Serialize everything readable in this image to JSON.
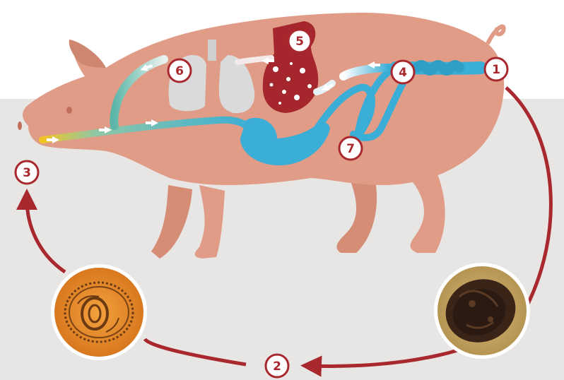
{
  "colors": {
    "background_top": "#ffffff",
    "background_ground": "#e7e6e4",
    "pig_body": "#e09c86",
    "pig_shadow": "#cf8670",
    "cycle_arrow": "#a8282e",
    "intestine": "#3aaed6",
    "liver": "#a5262c",
    "lungs": "#dadada",
    "badge_fill": "#ffffff",
    "badge_text": "#a8282e",
    "egg_orange": "#e58a2a",
    "egg_dark": "#3a2418",
    "egg_bg_tan": "#c9a866"
  },
  "steps": [
    {
      "id": "1",
      "label": "1"
    },
    {
      "id": "2",
      "label": "2"
    },
    {
      "id": "3",
      "label": "3"
    },
    {
      "id": "4",
      "label": "4"
    },
    {
      "id": "5",
      "label": "5"
    },
    {
      "id": "6",
      "label": "6"
    },
    {
      "id": "7",
      "label": "7"
    }
  ],
  "icons": {
    "larval_egg": "embryonated-egg-micrograph",
    "unembryonated_egg": "unembryonated-egg-micrograph",
    "migration_arrow": "white-arrow-icon"
  }
}
